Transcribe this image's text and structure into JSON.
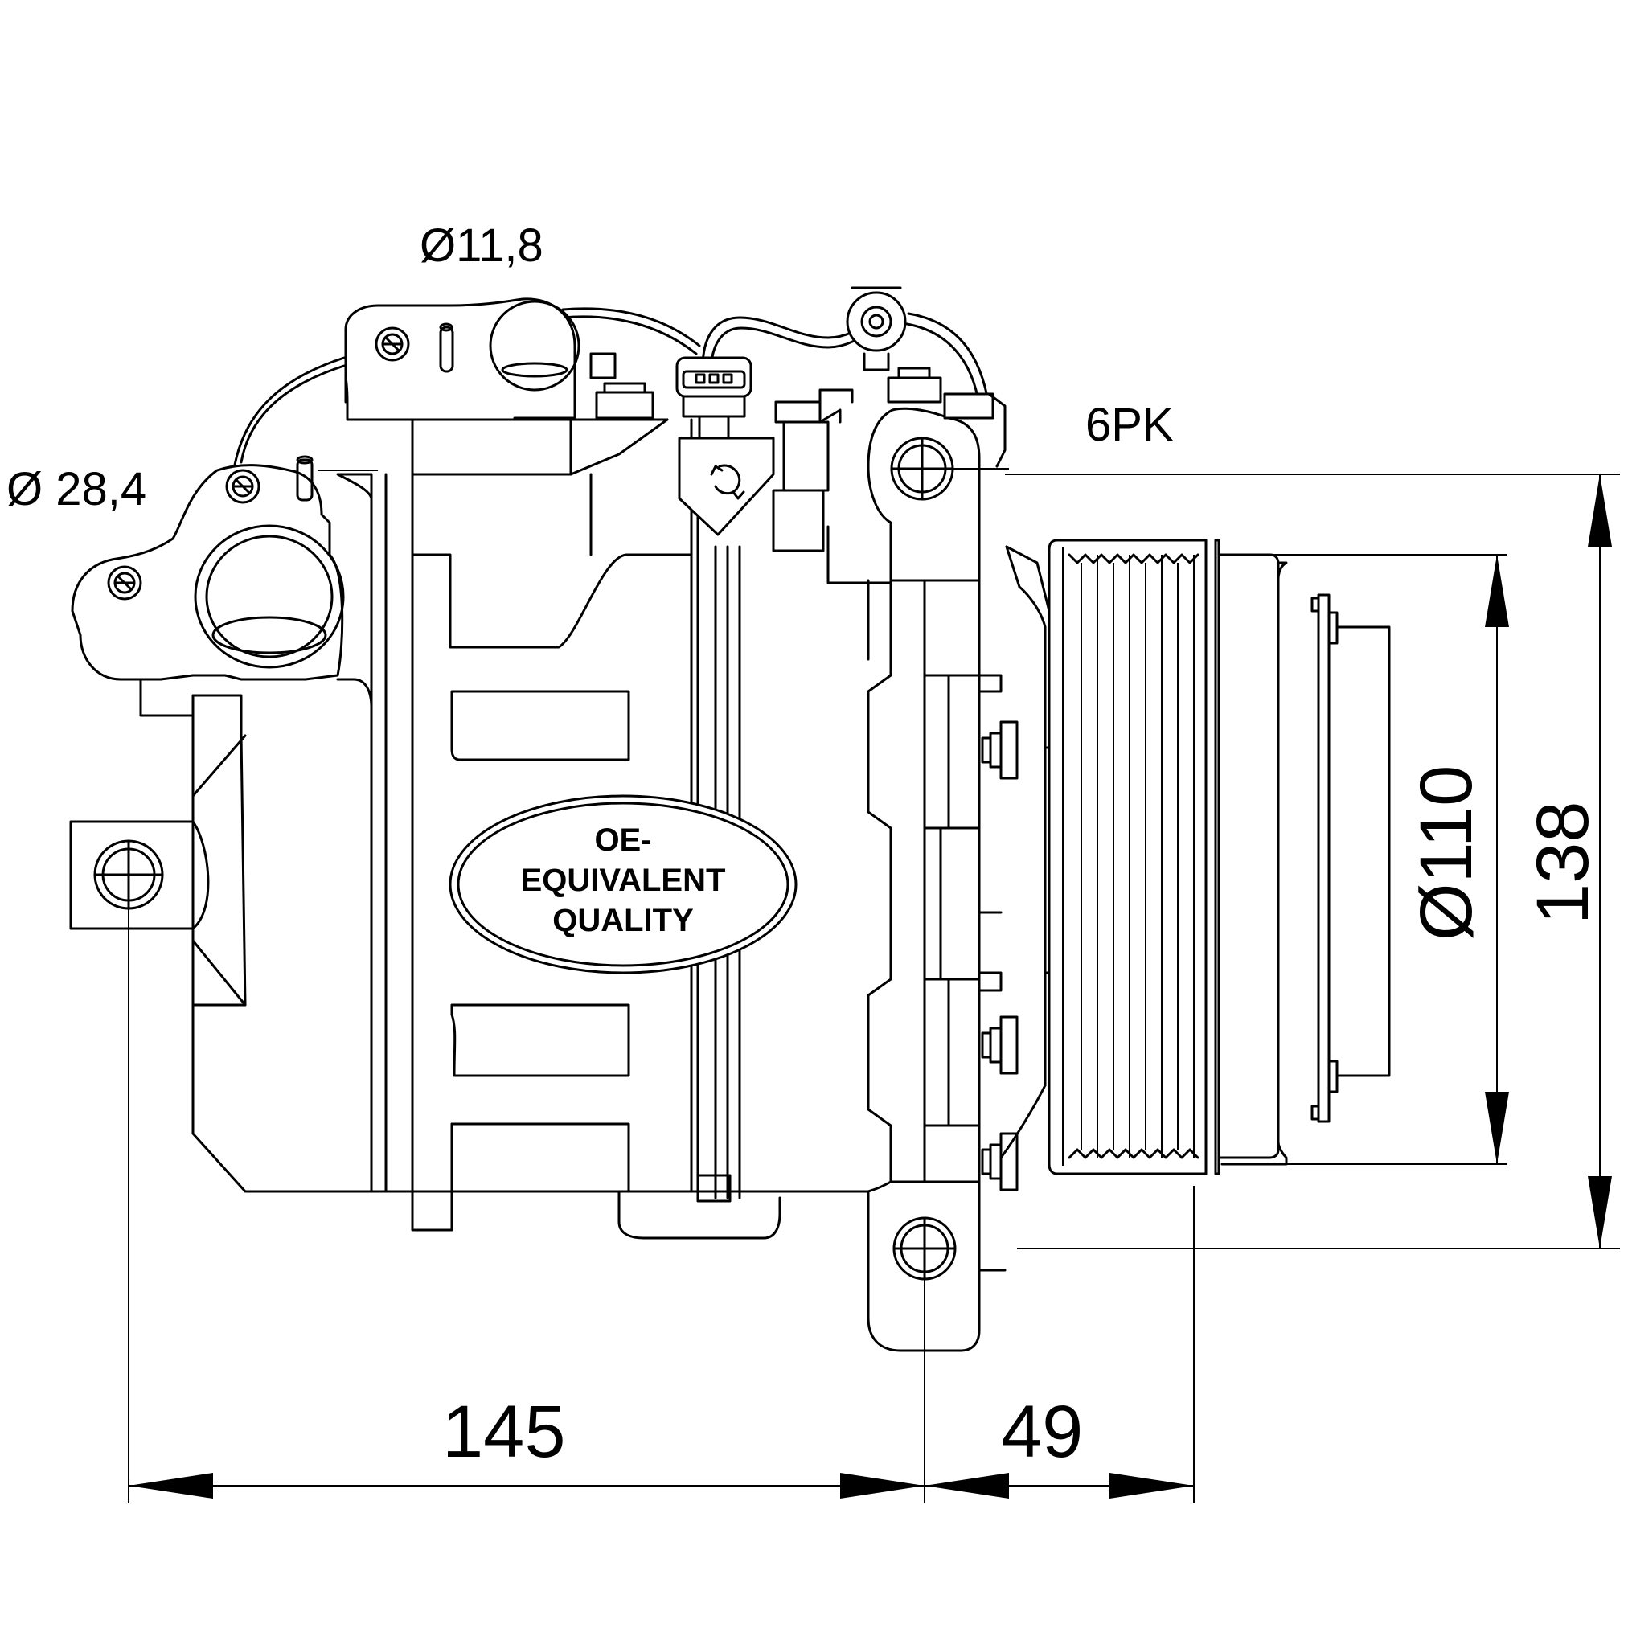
{
  "labels": {
    "suction_port": "Ø 28,4",
    "discharge_port": "Ø11,8",
    "belt_profile": "6PK",
    "pulley_diameter": "Ø110",
    "height": "138",
    "length": "145",
    "clutch_offset": "49"
  },
  "stamp": {
    "line1": "OE-",
    "line2": "EQUIVALENT",
    "line3": "QUALITY"
  }
}
